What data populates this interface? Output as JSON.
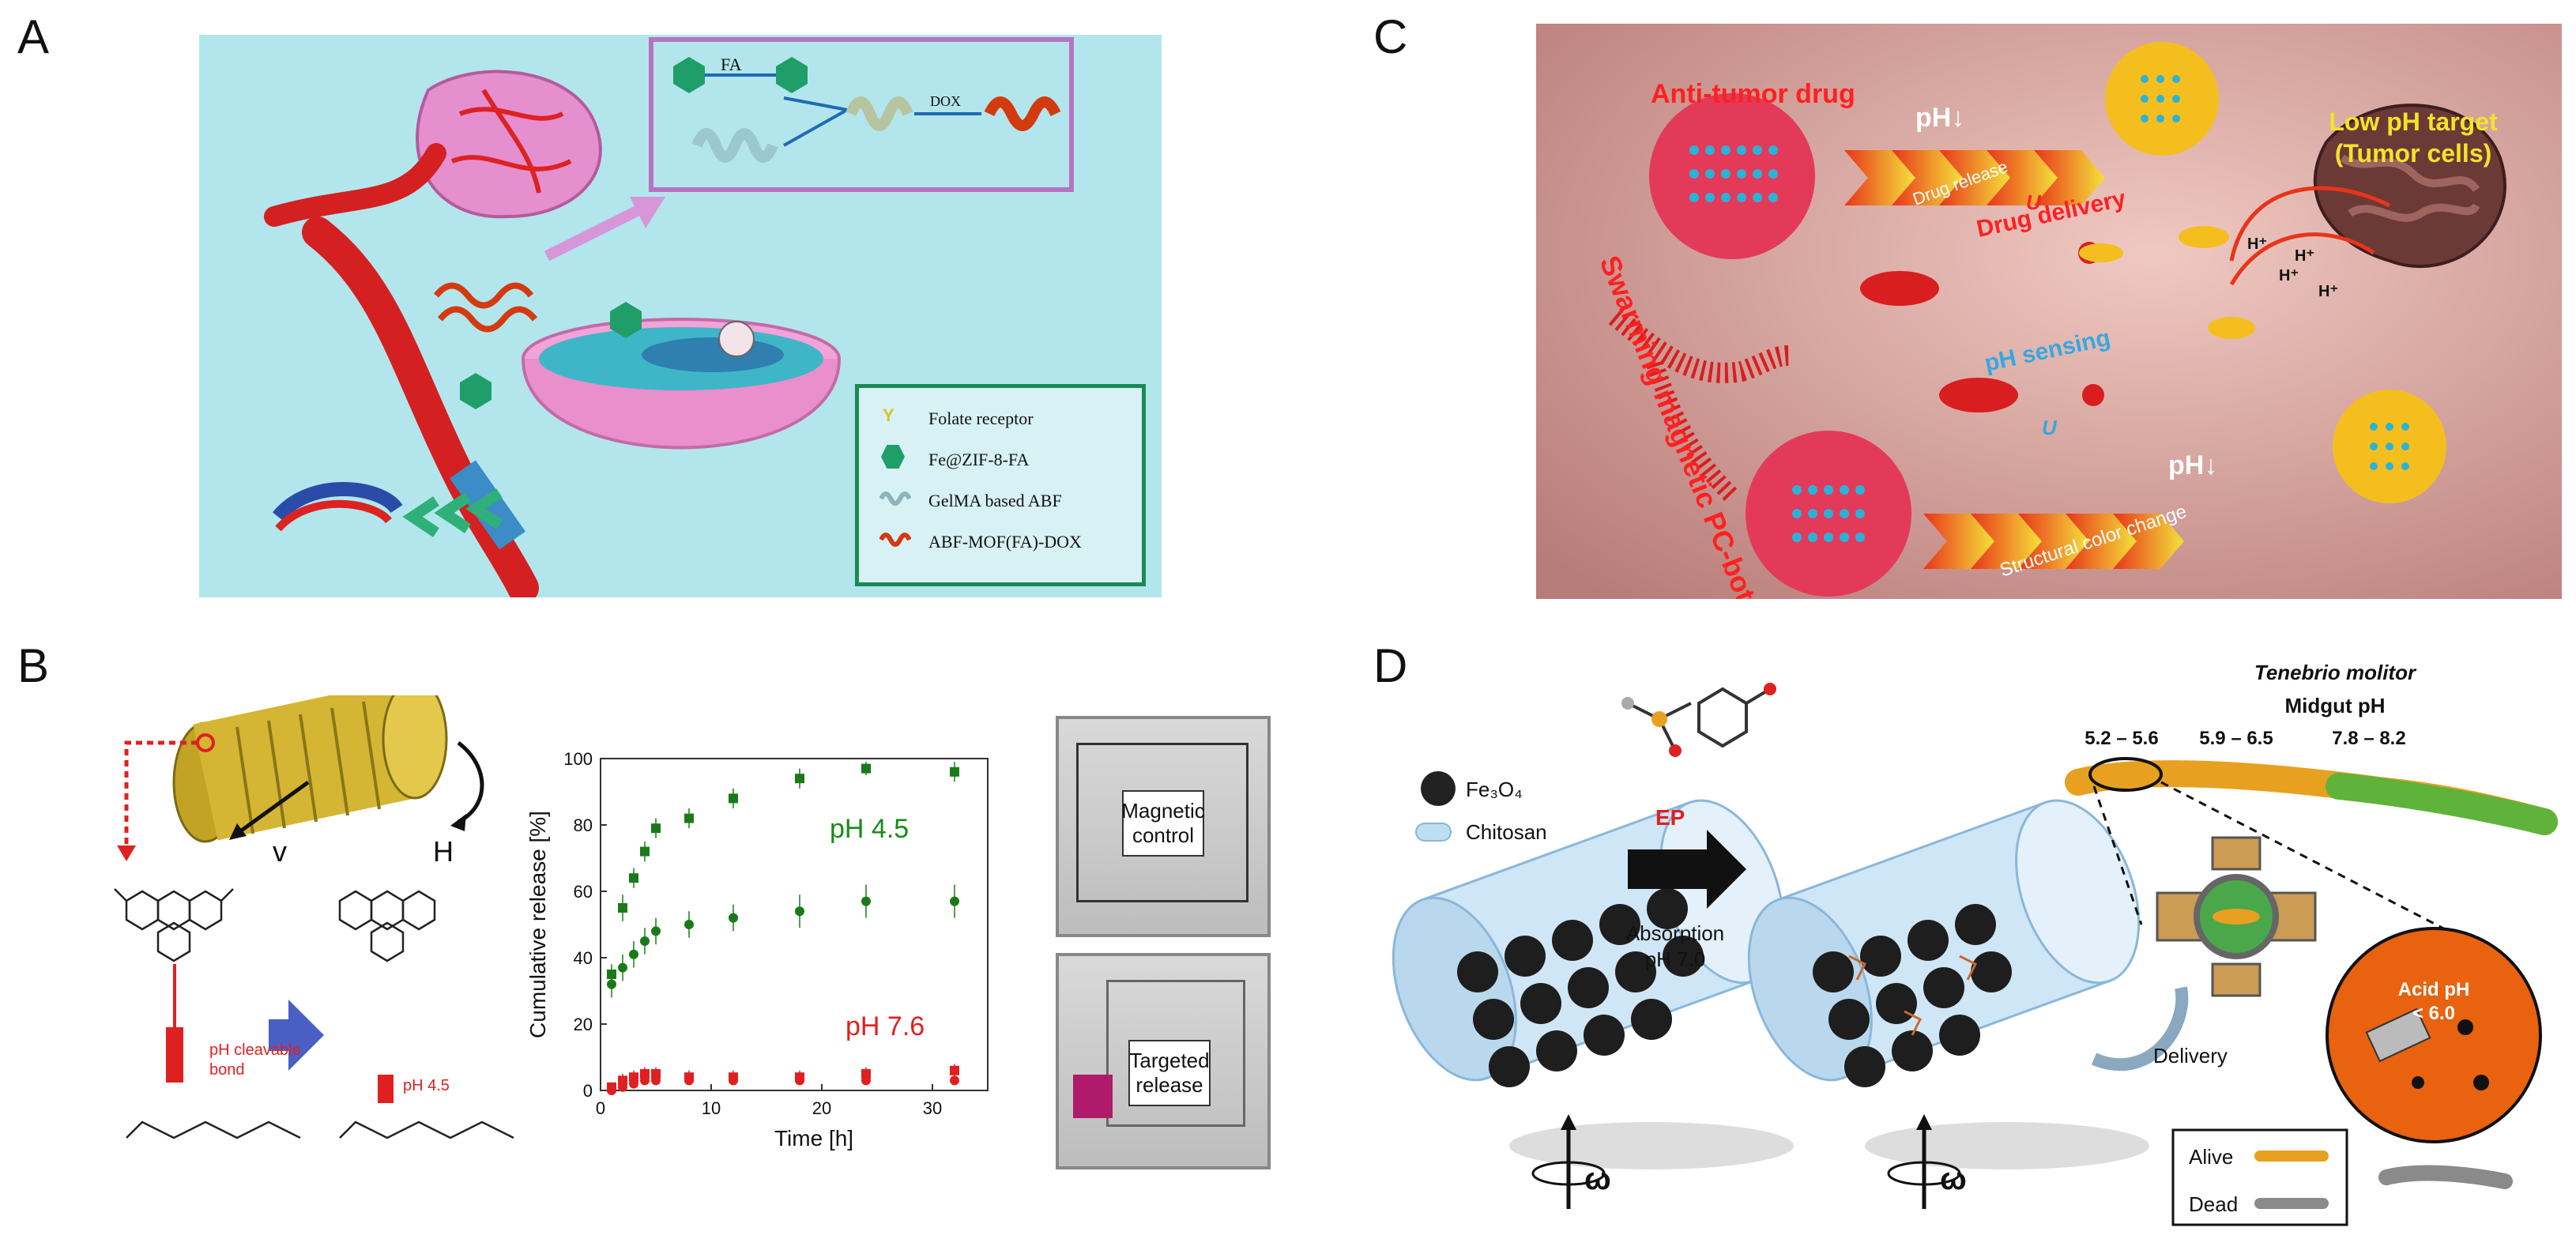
{
  "panels": {
    "A": {
      "letter": "A",
      "fa": "FA",
      "dox": "DOX",
      "legend": [
        {
          "label": "Folate receptor",
          "icon": "y-receptor-icon"
        },
        {
          "label": "Fe@ZIF-8-FA",
          "icon": "hexagon-icon"
        },
        {
          "label": "GelMA based ABF",
          "icon": "helix-icon"
        },
        {
          "label": "ABF-MOF(FA)-DOX",
          "icon": "red-helix-icon"
        }
      ]
    },
    "B": {
      "letter": "B",
      "velocity": "v",
      "field": "H",
      "bond_label_1": "pH cleavable",
      "bond_label_2": "bond",
      "ph_label": "pH 4.5",
      "photo_top": "Magnetic control",
      "photo_bottom": "Targeted release"
    },
    "C": {
      "letter": "C",
      "anti_tumor": "Anti-tumor drug",
      "ph_top": "pH↓",
      "drug_release": "Drug release",
      "low_ph_1": "Low pH target",
      "low_ph_2": "(Tumor cells)",
      "drug_delivery": "Drug delivery",
      "ph_sensing": "pH sensing",
      "ph_bottom": "pH↓",
      "structural": "Structural color change",
      "swarm": "Swarming magnetic PC-bots",
      "u1": "U",
      "u2": "U",
      "h_ions": [
        "H⁺",
        "H⁺",
        "H⁺",
        "H⁺"
      ]
    },
    "D": {
      "letter": "D",
      "fe3o4": "Fe₃O₄",
      "chitosan": "Chitosan",
      "ep": "EP",
      "absorption": "Absorption",
      "ph7": "pH 7.0",
      "delivery": "Delivery",
      "species": "Tenebrio molitor",
      "midgut": "Midgut pH",
      "ranges": [
        "5.2 – 5.6",
        "5.9 – 6.5",
        "7.8 – 8.2"
      ],
      "acid_1": "Acid pH",
      "acid_2": "< 6.0",
      "alive": "Alive",
      "dead": "Dead",
      "omega": "ω"
    }
  },
  "chart_data": {
    "type": "scatter",
    "xlabel": "Time [h]",
    "ylabel": "Cumulative release [%]",
    "xlim": [
      0,
      35
    ],
    "ylim": [
      0,
      100
    ],
    "xticks": [
      0,
      10,
      20,
      30
    ],
    "yticks": [
      0,
      20,
      40,
      60,
      80,
      100
    ],
    "annotations": [
      {
        "text": "pH 4.5",
        "color": "#1a8a1a"
      },
      {
        "text": "pH 7.6",
        "color": "#e02020"
      }
    ],
    "series": [
      {
        "marker": "square",
        "color": "#1a7a1a",
        "x": [
          1,
          2,
          3,
          4,
          5,
          8,
          12,
          18,
          24,
          32
        ],
        "y": [
          35,
          55,
          64,
          72,
          79,
          82,
          88,
          94,
          97,
          96
        ],
        "err": [
          3,
          4,
          3,
          3,
          3,
          3,
          3,
          3,
          2,
          3
        ]
      },
      {
        "marker": "circle",
        "color": "#1a7a1a",
        "x": [
          1,
          2,
          3,
          4,
          5,
          8,
          12,
          18,
          24,
          32
        ],
        "y": [
          32,
          37,
          41,
          45,
          48,
          50,
          52,
          54,
          57,
          57
        ],
        "err": [
          4,
          4,
          4,
          4,
          4,
          4,
          4,
          5,
          5,
          5
        ]
      },
      {
        "marker": "square",
        "color": "#e02020",
        "x": [
          1,
          2,
          3,
          4,
          5,
          8,
          12,
          18,
          24,
          32
        ],
        "y": [
          1,
          3,
          4,
          5,
          5,
          4,
          4,
          4,
          5,
          6
        ],
        "err": [
          1,
          2,
          2,
          2,
          2,
          2,
          2,
          2,
          2,
          2
        ]
      },
      {
        "marker": "circle",
        "color": "#e02020",
        "x": [
          1,
          2,
          3,
          4,
          5,
          8,
          12,
          18,
          24,
          32
        ],
        "y": [
          0,
          1,
          2,
          3,
          3,
          3,
          3,
          3,
          3,
          3
        ],
        "err": [
          1,
          1,
          1,
          1,
          1,
          1,
          1,
          1,
          1,
          1
        ]
      }
    ]
  }
}
